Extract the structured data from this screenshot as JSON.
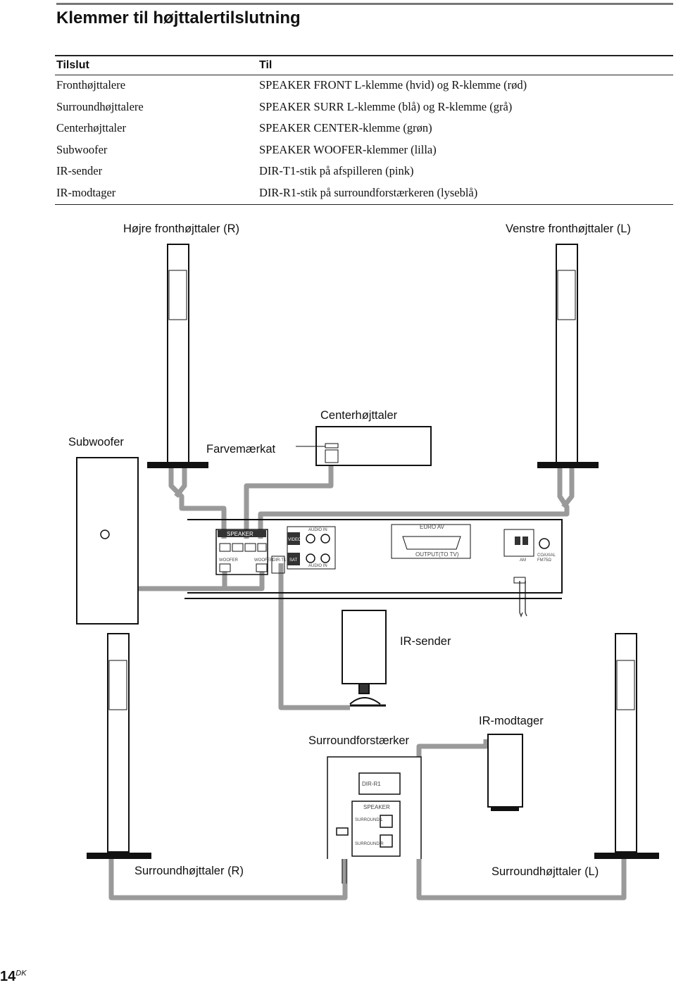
{
  "title": "Klemmer til højttalertilslutning",
  "table": {
    "headers": [
      "Tilslut",
      "Til"
    ],
    "rows": [
      [
        "Fronthøjttalere",
        "SPEAKER FRONT L-klemme (hvid) og R-klemme (rød)"
      ],
      [
        "Surroundhøjttalere",
        "SPEAKER SURR L-klemme (blå) og R-klemme (grå)"
      ],
      [
        "Centerhøjttaler",
        "SPEAKER CENTER-klemme (grøn)"
      ],
      [
        "Subwoofer",
        "SPEAKER WOOFER-klemmer (lilla)"
      ],
      [
        "IR-sender",
        "DIR-T1-stik på afspilleren (pink)"
      ],
      [
        "IR-modtager",
        "DIR-R1-stik på surroundforstærkeren (lyseblå)"
      ]
    ]
  },
  "diagram": {
    "front_right": "Højre fronthøjttaler (R)",
    "front_left": "Venstre fronthøjttaler (L)",
    "center": "Centerhøjttaler",
    "subwoofer": "Subwoofer",
    "color_label": "Farvemærkat",
    "ir_sender": "IR-sender",
    "ir_receiver": "IR-modtager",
    "surround_amp": "Surroundforstærker",
    "surround_right": "Surroundhøjttaler (R)",
    "surround_left": "Surroundhøjttaler (L)",
    "panel": {
      "speaker": "SPEAKER",
      "woofer_1": "WOOFER",
      "woofer_2": "WOOFER",
      "dir_t1": "DIR-T1",
      "video": "VIDEO",
      "sat": "SAT",
      "audio_in_top": "AUDIO IN",
      "audio_in_bottom": "AUDIO IN",
      "euro_av": "EURO AV",
      "output_tv": "OUTPUT(TO TV)",
      "am": "AM",
      "coaxial": "COAXIAL",
      "fm": "FM75Ω"
    },
    "amp": {
      "dir_r1": "DIR-R1",
      "speaker": "SPEAKER",
      "surround_l": "SURROUND L",
      "surround_r": "SURROUND R"
    }
  },
  "page_number": "14",
  "page_suffix": "DK"
}
